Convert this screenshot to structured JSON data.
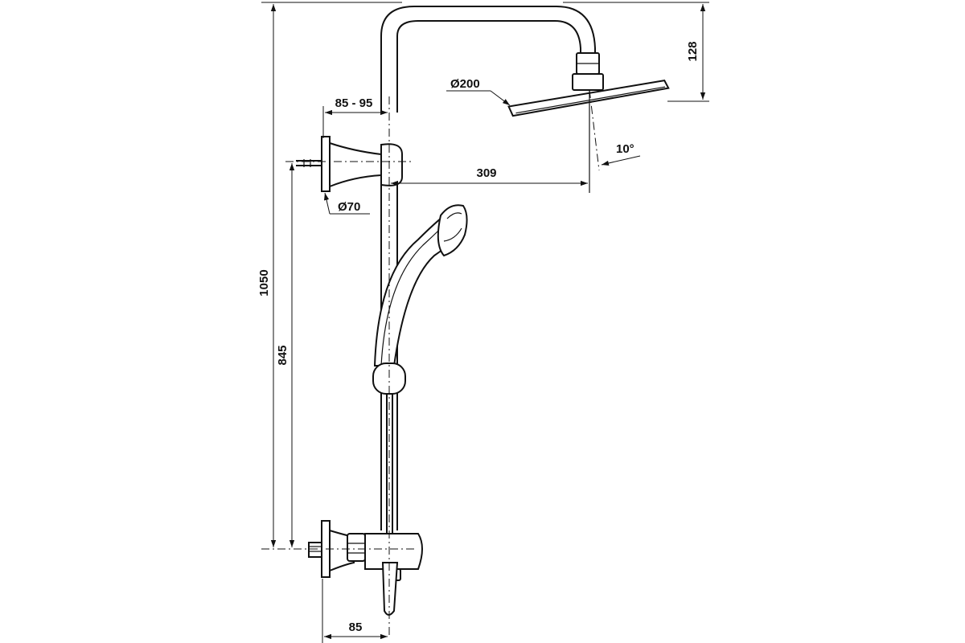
{
  "dimensions": {
    "total_height": "1050",
    "outlet_height": "845",
    "head_drop": "128",
    "head_diameter": "Ø200",
    "arm_reach": "309",
    "bracket_depth": "85 - 95",
    "bracket_diameter": "Ø70",
    "tilt_angle": "10°",
    "valve_depth": "85"
  }
}
